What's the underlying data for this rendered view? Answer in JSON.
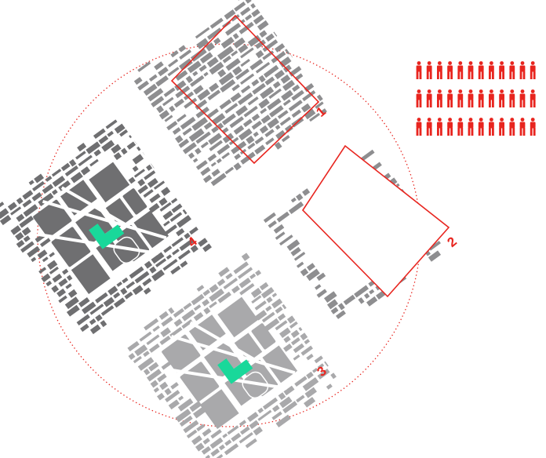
{
  "diagram": {
    "colors": {
      "accent": "#e8251f",
      "block_dark": "#6f6f71",
      "block_mid": "#8e8e90",
      "block_light": "#a9a9ab",
      "green": "#19d89a"
    },
    "sites": [
      {
        "label": "1"
      },
      {
        "label": "2"
      },
      {
        "label": "3"
      },
      {
        "label": "4"
      }
    ],
    "people_rows": [
      12,
      12,
      12
    ]
  }
}
